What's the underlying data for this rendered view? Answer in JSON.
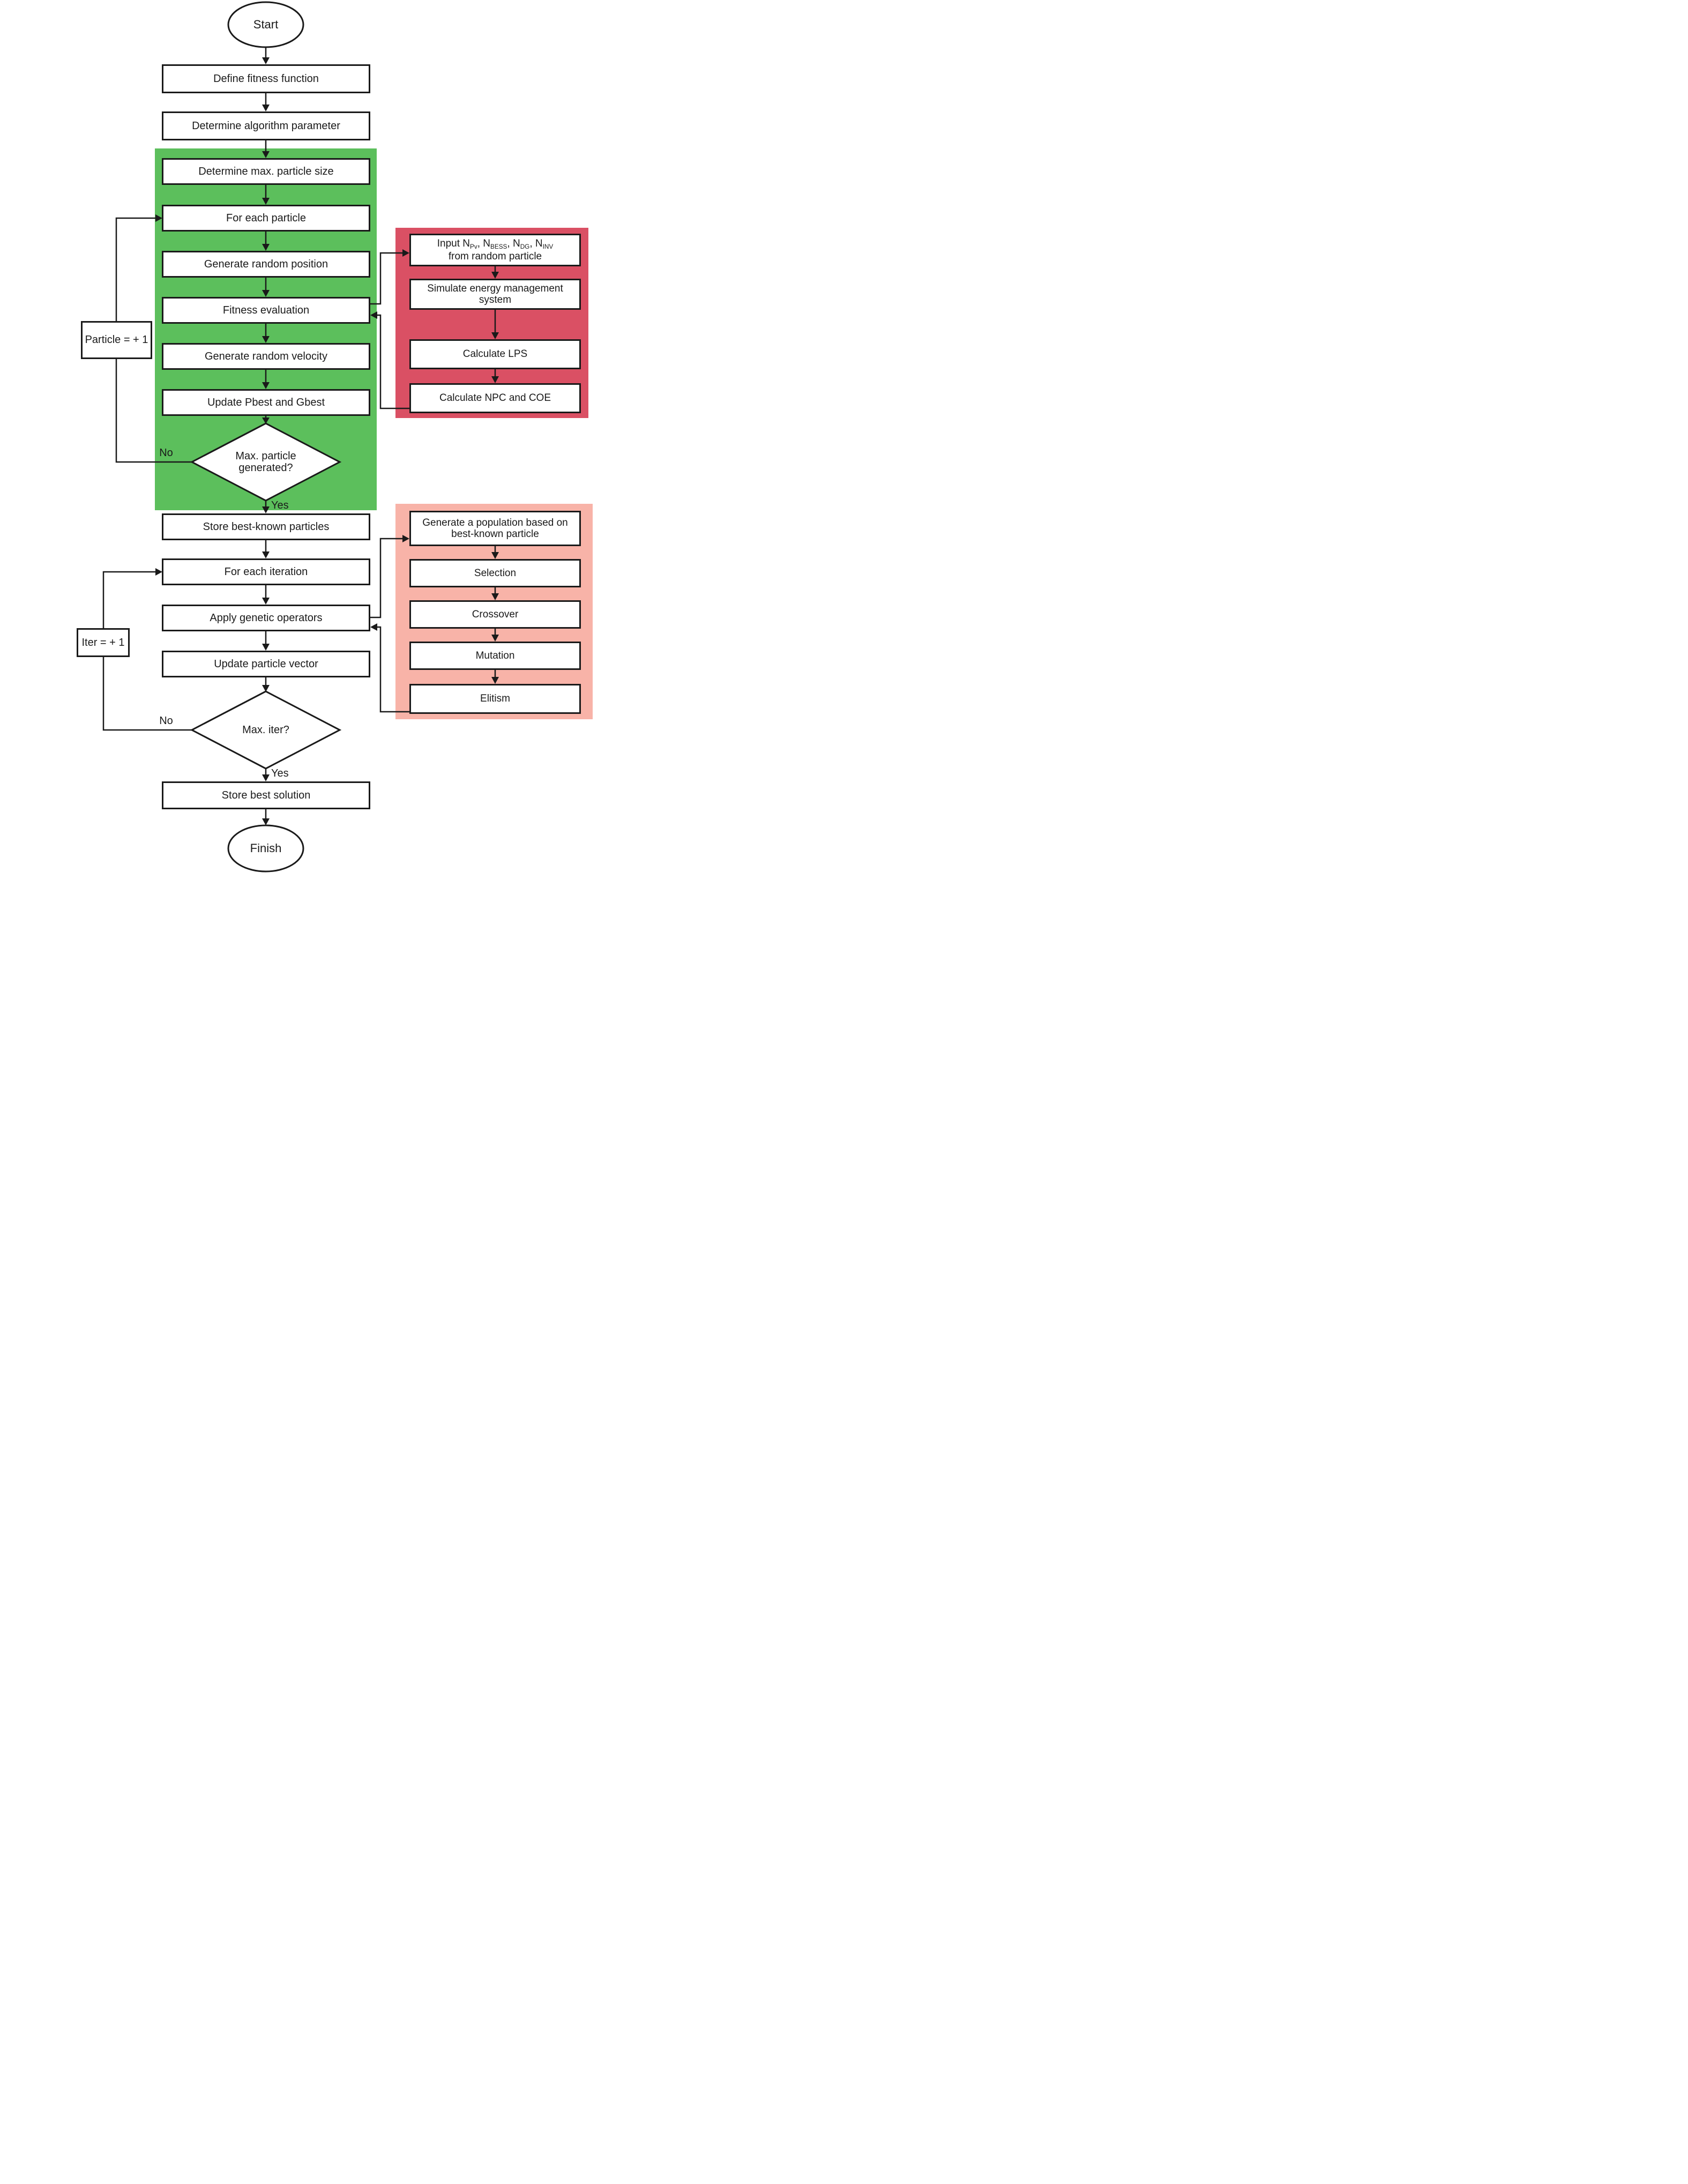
{
  "flow": {
    "start_label": "Start",
    "finish_label": "Finish",
    "main": {
      "define_fitness": "Define fitness function",
      "determine_param": "Determine algorithm parameter",
      "determine_max_particle": "Determine max. particle size",
      "for_each_particle": "For each particle",
      "generate_random_position": "Generate random position",
      "fitness_evaluation": "Fitness evaluation",
      "generate_random_velocity": "Generate random velocity",
      "update_pbest_gbest": "Update Pbest and Gbest",
      "max_particle_generated": "Max. particle\ngenerated?",
      "store_best_known": "Store best-known particles",
      "for_each_iteration": "For each iteration",
      "apply_genetic_operators": "Apply genetic operators",
      "update_particle_vector": "Update particle vector",
      "max_iter": "Max. iter?",
      "store_best_solution": "Store best solution"
    },
    "counters": {
      "particle_increment": "Particle = + 1",
      "iter_increment": "Iter = + 1"
    },
    "branch_labels": {
      "no_particle": "No",
      "yes_particle": "Yes",
      "no_iter": "No",
      "yes_iter": "Yes"
    },
    "pso_inner": {
      "input_rich": [
        [
          "t",
          "Input N"
        ],
        [
          "s",
          "Pv"
        ],
        [
          "t",
          ", N"
        ],
        [
          "s",
          "BESS"
        ],
        [
          "t",
          ", N"
        ],
        [
          "s",
          "DG"
        ],
        [
          "t",
          ", N"
        ],
        [
          "s",
          "INV"
        ],
        [
          "b"
        ],
        [
          "t",
          "from random particle"
        ]
      ],
      "simulate": "Simulate energy management\nsystem",
      "calc_lps": "Calculate LPS",
      "calc_npc": "Calculate NPC and COE"
    },
    "ga_inner": {
      "generate_population": "Generate a population based on\nbest-known particle",
      "selection": "Selection",
      "crossover": "Crossover",
      "mutation": "Mutation",
      "elitism": "Elitism"
    },
    "colors": {
      "pso_region": "#5cbf5c",
      "fitness_region": "#da5064",
      "ga_region": "#f8b3a8"
    }
  }
}
